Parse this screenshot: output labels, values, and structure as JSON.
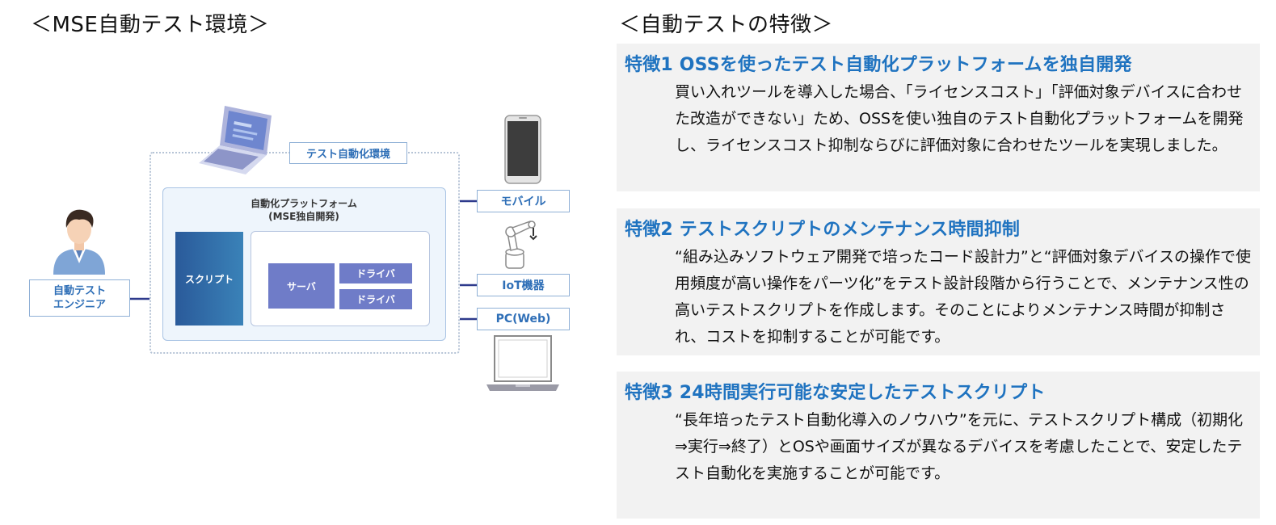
{
  "left_section": {
    "title": "＜MSE自動テスト環境＞"
  },
  "diagram": {
    "env_label": "テスト自動化環境",
    "platform_title_line1": "自動化プラットフォーム",
    "platform_title_line2": "(MSE独自開発)",
    "script": "スクリプト",
    "server": "サーバ",
    "driver_1": "ドライバ",
    "driver_2": "ドライバ",
    "engineer_line1": "自動テスト",
    "engineer_line2": "エンジニア",
    "device_mobile": "モバイル",
    "device_iot": "IoT機器",
    "device_pc": "PC(Web)",
    "colors": {
      "accent_blue": "#2f6fb7",
      "label_border": "#8fb0d6",
      "driver_purple": "#6f7cc8",
      "line_navy": "#2e3a8c"
    }
  },
  "right_section": {
    "title": "＜自動テストの特徴＞",
    "features": [
      {
        "heading": "特徴1 OSSを使ったテスト自動化プラットフォームを独自開発",
        "body": "買い入れツールを導入した場合、「ライセンスコスト」「評価対象デバイスに合わせた改造ができない」ため、OSSを使い独自のテスト自動化プラットフォームを開発し、ライセンスコスト抑制ならびに評価対象に合わせたツールを実現しました。"
      },
      {
        "heading": "特徴2 テストスクリプトのメンテナンス時間抑制",
        "body": "“組み込みソフトウェア開発で培ったコード設計力”と“評価対象デバイスの操作で使用頻度が高い操作をパーツ化”をテスト設計段階から行うことで、メンテナンス性の高いテストスクリプトを作成します。そのことによりメンテナンス時間が抑制され、コストを抑制することが可能です。"
      },
      {
        "heading": "特徴3 24時間実行可能な安定したテストスクリプト",
        "body": "“長年培ったテスト自動化導入のノウハウ”を元に、テストスクリプト構成（初期化⇒実行⇒終了）とOSや画面サイズが異なるデバイスを考慮したことで、安定したテスト自動化を実施することが可能です。"
      }
    ],
    "colors": {
      "heading_blue": "#1f73c0",
      "panel_gray": "#f2f2f2"
    }
  }
}
